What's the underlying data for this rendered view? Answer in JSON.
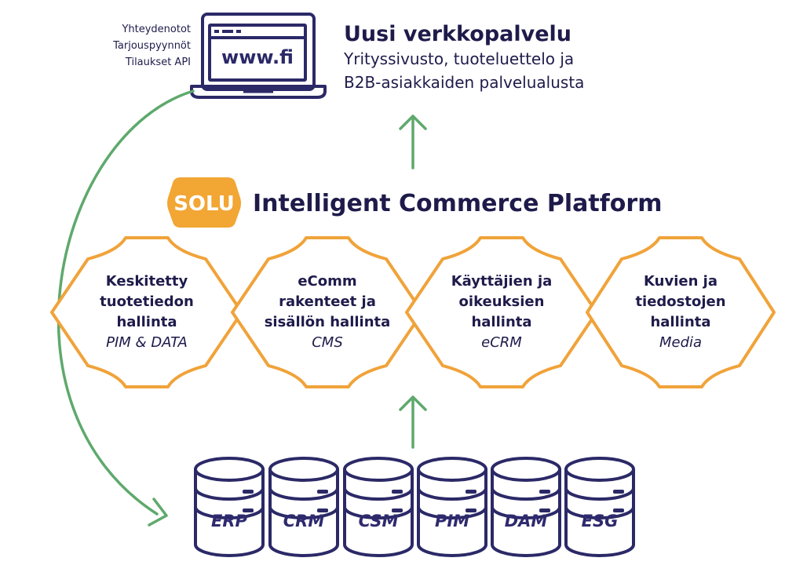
{
  "colors": {
    "navy": "#2b2967",
    "orange": "#f0a33a",
    "green": "#5ea96c",
    "logo_fill": "#f2a634",
    "logo_text": "#ffffff"
  },
  "laptop": {
    "screen_text": "www.fi",
    "side_labels": [
      "Yhteydenotot",
      "Tarjouspyynnöt",
      "Tilaukset API"
    ]
  },
  "service": {
    "title": "Uusi verkkopalvelu",
    "subtitle_lines": [
      "Yritys­sivusto, tuoteluettelo ja",
      "B2B-asiakkaiden palvelualusta"
    ]
  },
  "platform": {
    "logo_text": "SOLU",
    "title": "Intelligent Commerce Platform"
  },
  "modules": [
    {
      "lines": [
        "Keskitetty",
        "tuotetiedon",
        "hallinta"
      ],
      "sub": "PIM & DATA"
    },
    {
      "lines": [
        "eComm",
        "rakenteet ja",
        "sisällön hallinta"
      ],
      "sub": "CMS"
    },
    {
      "lines": [
        "Käyttäjien ja",
        "oikeuksien",
        "hallinta"
      ],
      "sub": "eCRM"
    },
    {
      "lines": [
        "Kuvien ja",
        "tiedostojen",
        "hallinta"
      ],
      "sub": "Media"
    }
  ],
  "databases": [
    "ERP",
    "CRM",
    "CSM",
    "PIM",
    "DAM",
    "ESG"
  ],
  "icons": {
    "arrow_up": "arrow-up-icon",
    "curved_arrow": "curved-arrow-icon",
    "laptop": "laptop-icon",
    "database": "database-icon",
    "logo": "solu-logo"
  }
}
